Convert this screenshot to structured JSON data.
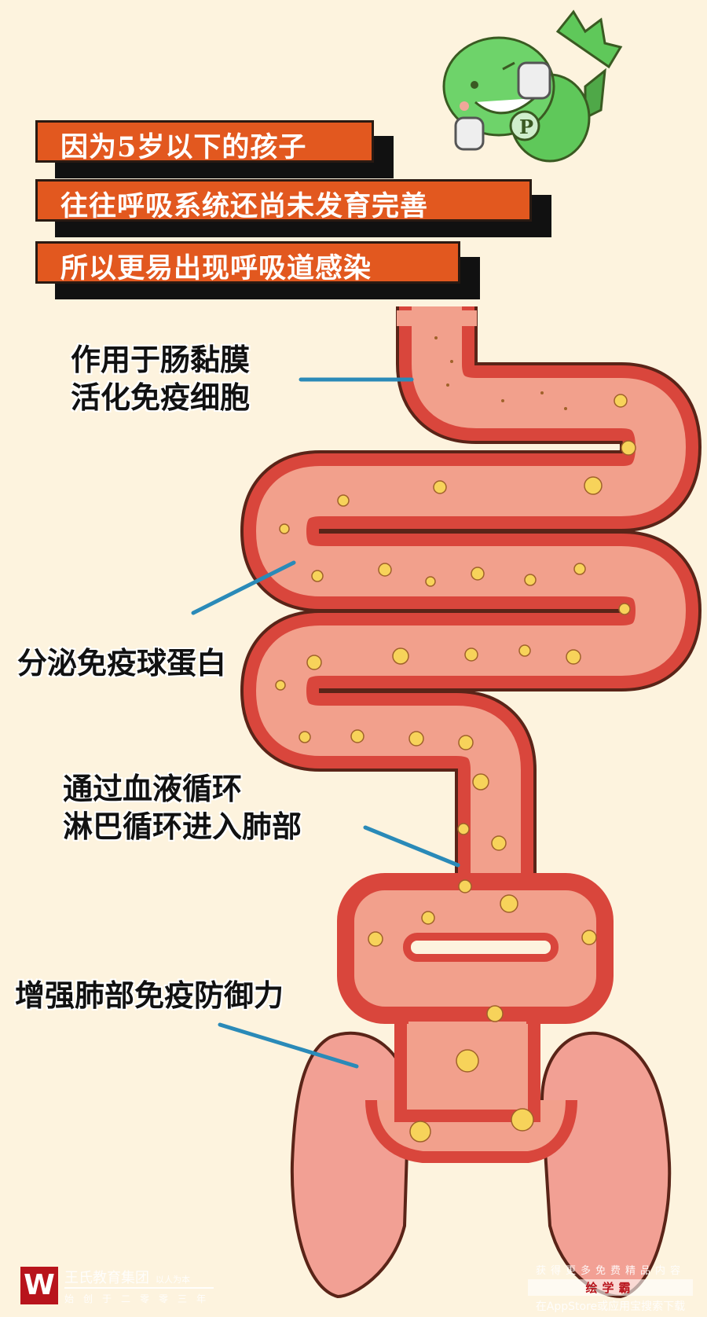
{
  "banners": [
    "因为5岁以下的孩子",
    "往往呼吸系统还尚未发育完善",
    "所以更易出现呼吸道感染"
  ],
  "labels": {
    "intestine_1": "作用于肠黏膜",
    "intestine_2": "活化免疫细胞",
    "secrete": "分泌免疫球蛋白",
    "circulation_1": "通过血液循环",
    "circulation_2": "淋巴循环进入肺部",
    "lungs": "增强肺部免疫防御力"
  },
  "mascot": {
    "badge_letter": "P"
  },
  "footer": {
    "left_logo_letter": "W",
    "left_title": "王氏教育集团",
    "left_motto": "以人为本",
    "left_subtitle": "始创于二零零三年",
    "right_line1": "获得更多免费精品内容",
    "right_brand": "绘学霸",
    "right_line3": "在AppStore或应用宝搜索下载"
  },
  "colors": {
    "background": "#fdf3de",
    "banner": "#e2581f",
    "tube_wall": "#d9463c",
    "tube_inner": "#f2a08c",
    "pointer": "#2a8ab8",
    "dots": "#f7d35a"
  }
}
